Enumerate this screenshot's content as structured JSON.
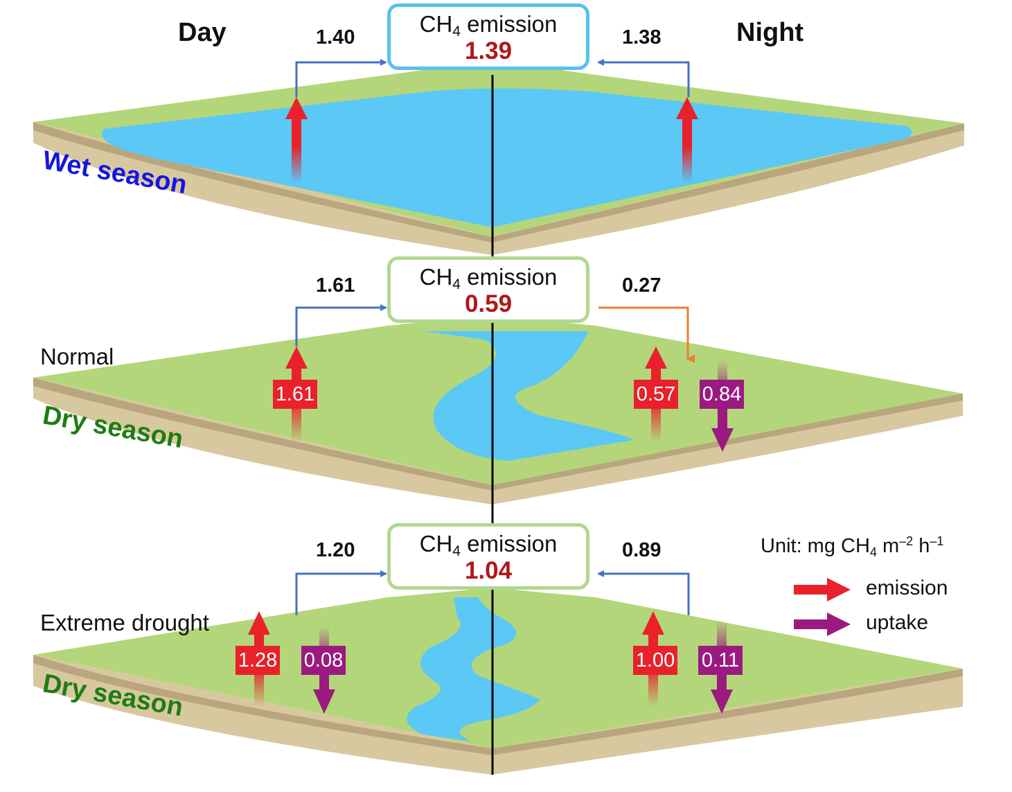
{
  "headers": {
    "day": "Day",
    "night": "Night"
  },
  "panels": [
    {
      "id": "wet",
      "season": "Wet season",
      "condition": "",
      "box_title": "CH",
      "box_sub": "4",
      "box_word": " emission",
      "box_value": "1.39",
      "day_total": "1.40",
      "night_total": "1.38",
      "day_labels": [],
      "night_labels": []
    },
    {
      "id": "normal",
      "season": "Dry season",
      "condition": "Normal",
      "box_title": "CH",
      "box_sub": "4",
      "box_word": " emission",
      "box_value": "0.59",
      "day_total": "1.61",
      "night_total": "0.27",
      "day_labels": [
        {
          "kind": "emission",
          "value": "1.61"
        }
      ],
      "night_labels": [
        {
          "kind": "emission",
          "value": "0.57"
        },
        {
          "kind": "uptake",
          "value": "0.84"
        }
      ]
    },
    {
      "id": "drought",
      "season": "Dry season",
      "condition": "Extreme drought",
      "box_title": "CH",
      "box_sub": "4",
      "box_word": " emission",
      "box_value": "1.04",
      "day_total": "1.20",
      "night_total": "0.89",
      "day_labels": [
        {
          "kind": "emission",
          "value": "1.28"
        },
        {
          "kind": "uptake",
          "value": "0.08"
        }
      ],
      "night_labels": [
        {
          "kind": "emission",
          "value": "1.00"
        },
        {
          "kind": "uptake",
          "value": "0.11"
        }
      ]
    }
  ],
  "unit": {
    "prefix": "Unit: mg CH",
    "sub": "4",
    "m": " m",
    "m_exp": "–2",
    "h": " h",
    "h_exp": "–1"
  },
  "legend": [
    {
      "label": "emission",
      "color": "#e8212b"
    },
    {
      "label": "uptake",
      "color": "#9b1a80"
    }
  ],
  "colors": {
    "emission": "#e8212b",
    "uptake": "#9b1a80",
    "net_emission_line": "#4472c4",
    "net_uptake_line": "#ed7d31",
    "water": "#5bc8f5",
    "grass": "#b4d67a",
    "soil": "#d8c8a0"
  }
}
